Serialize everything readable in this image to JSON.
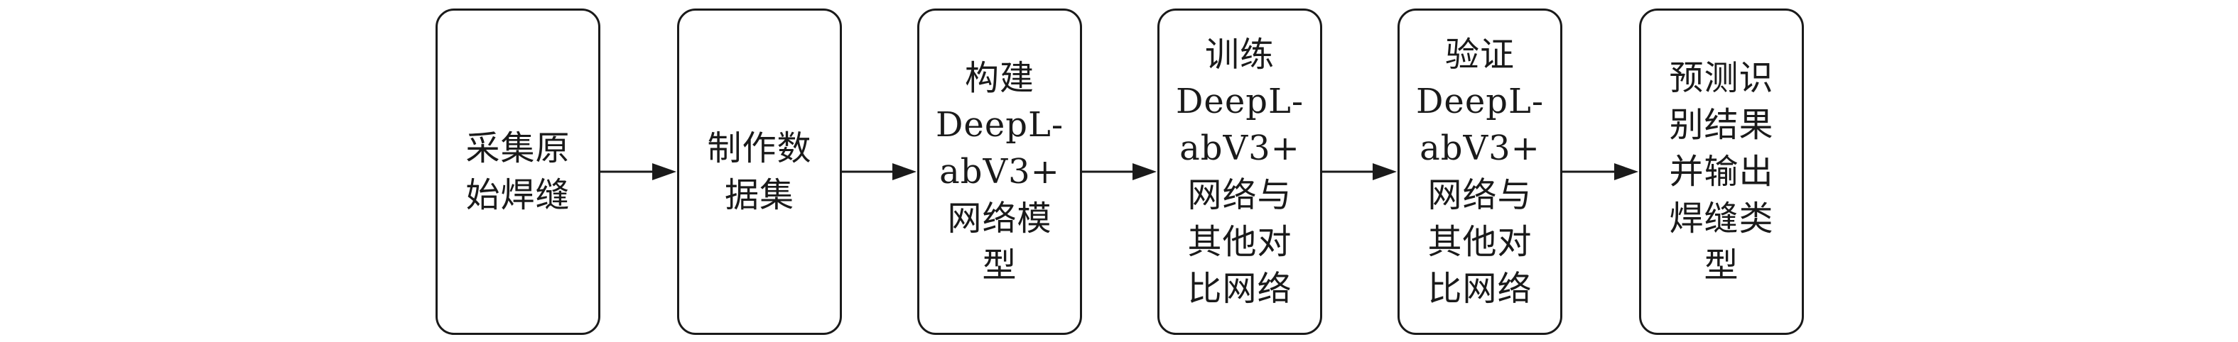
{
  "flowchart": {
    "steps": [
      {
        "label": "采集原\n始焊缝"
      },
      {
        "label": "制作数\n据集"
      },
      {
        "label": "构建\nDeepL-\nabV3+\n网络模\n型"
      },
      {
        "label": "训练\nDeepL-\nabV3+\n网络与\n其他对\n比网络"
      },
      {
        "label": "验证\nDeepL-\nabV3+\n网络与\n其他对\n比网络"
      },
      {
        "label": "预测识\n别结果\n并输出\n焊缝类\n型"
      }
    ],
    "colors": {
      "stroke": "#1a1a1a",
      "fill": "#ffffff"
    }
  }
}
